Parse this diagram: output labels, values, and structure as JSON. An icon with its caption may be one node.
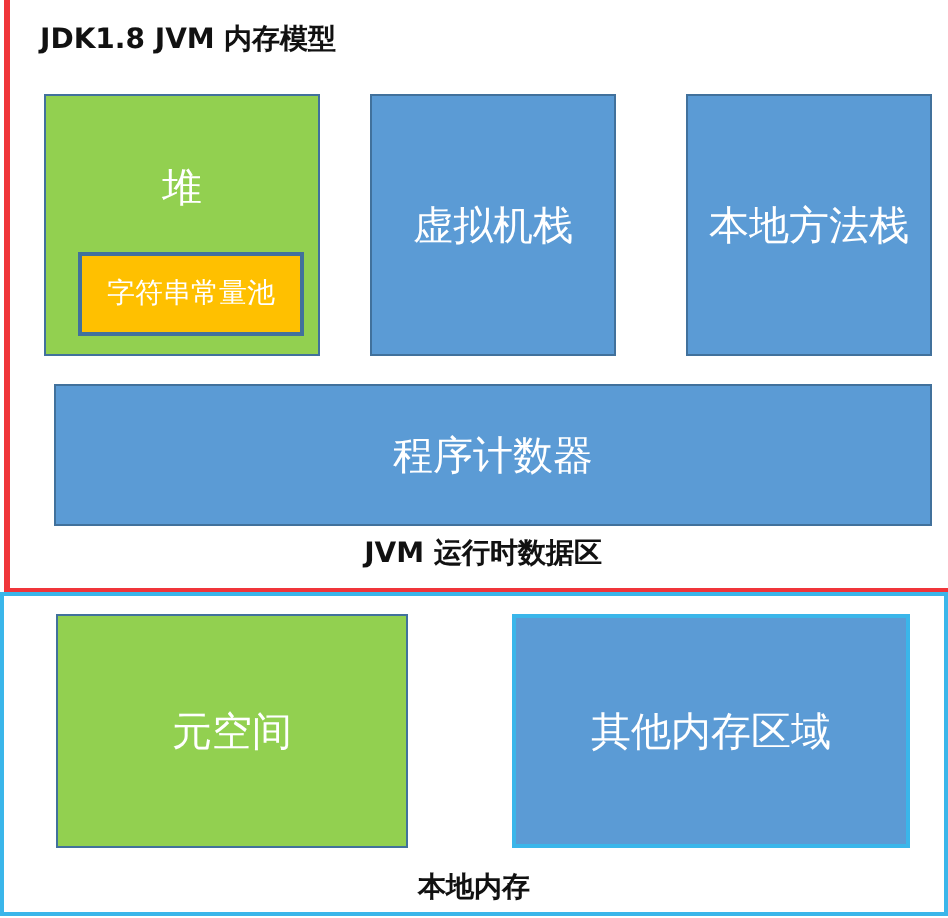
{
  "diagram": {
    "title": "JDK1.8 JVM 内存模型",
    "nodes": [
      {
        "text": [
          "JVM 运行时数据区"
        ]
      },
      {
        "text": [
          "堆"
        ],
        "in": 0
      },
      {
        "text": [
          "字符串常量池"
        ],
        "in": 1
      },
      {
        "text": [
          "虚拟机栈"
        ],
        "in": 0
      },
      {
        "text": [
          "本地方法栈"
        ],
        "in": 0
      },
      {
        "text": [
          "程序计数器"
        ],
        "in": 0
      },
      {
        "text": [
          "本地内存"
        ]
      },
      {
        "text": [
          "元空间"
        ],
        "in": 6
      },
      {
        "text": [
          "其他内存区域"
        ],
        "in": 6
      }
    ]
  }
}
